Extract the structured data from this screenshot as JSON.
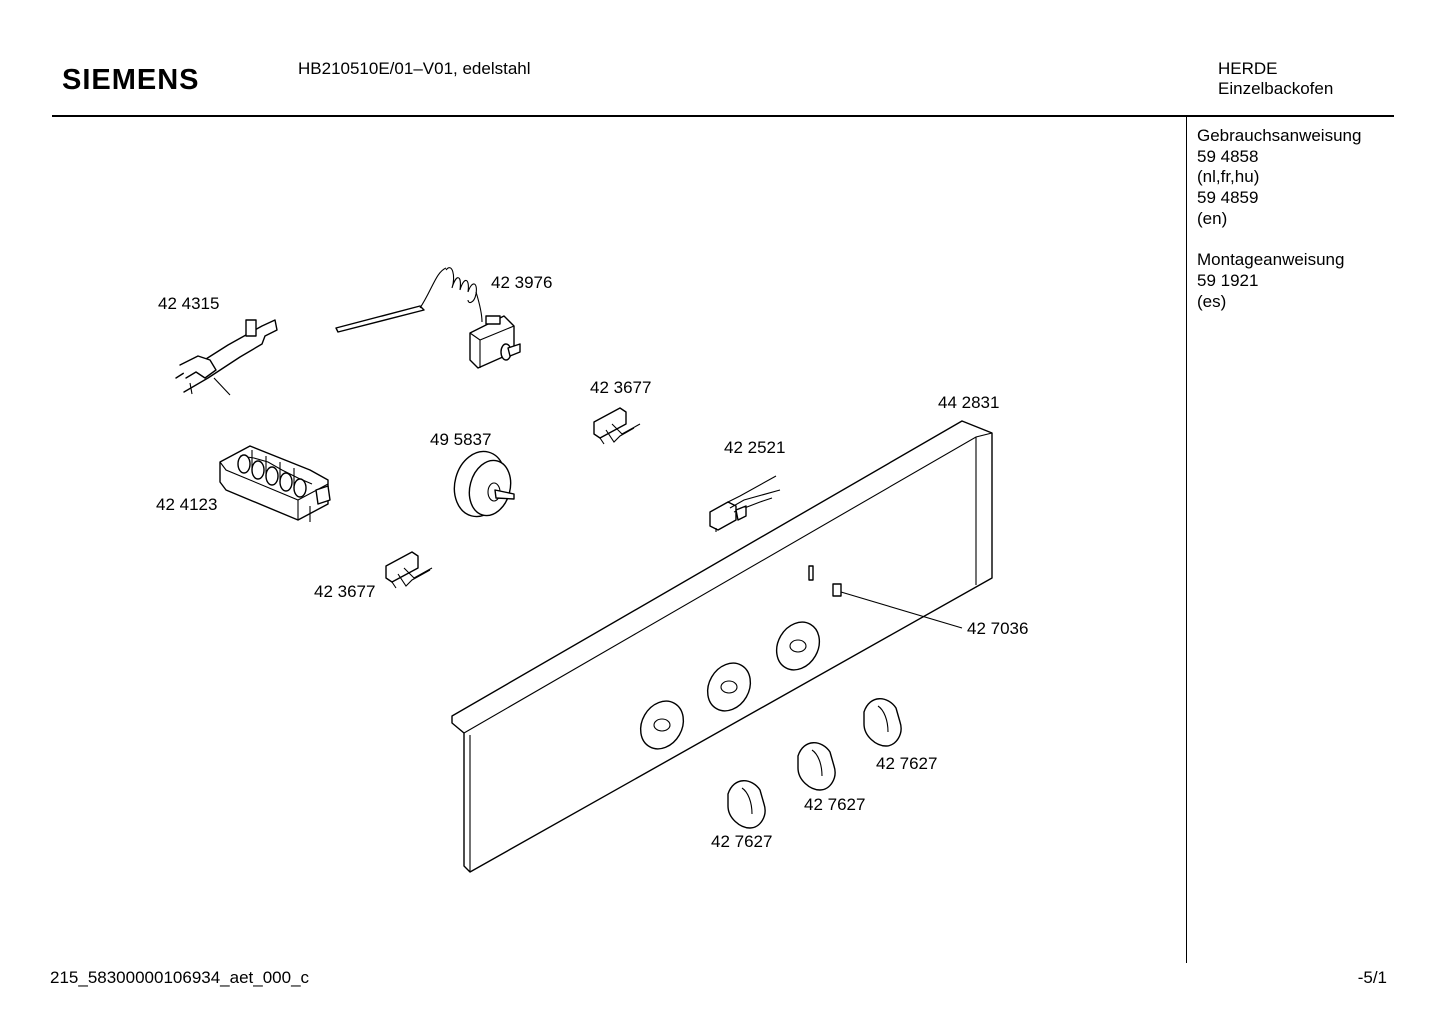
{
  "header": {
    "brand": "SIEMENS",
    "model": "HB210510E/01–V01, edelstahl",
    "category_line1": "HERDE",
    "category_line2": "Einzelbackofen"
  },
  "docs": {
    "manual_title": "Gebrauchsanweisung",
    "manual_items": [
      "59 4858",
      "(nl,fr,hu)",
      "59 4859",
      "(en)"
    ],
    "install_title": "Montageanweisung",
    "install_items": [
      "59 1921",
      "(es)"
    ]
  },
  "parts": {
    "bracket": "42 4315",
    "thermostat": "42 3976",
    "clip_top": "42 3677",
    "panel": "44 2831",
    "timer": "49 5837",
    "switch": "42 2521",
    "selector": "42 4123",
    "clip_bottom": "42 3677",
    "indicator": "42 7036",
    "knob_right": "42 7627",
    "knob_middle": "42 7627",
    "knob_left": "42 7627"
  },
  "footer": {
    "doc_id": "215_58300000106934_aet_000_c",
    "page": "-5/1"
  }
}
